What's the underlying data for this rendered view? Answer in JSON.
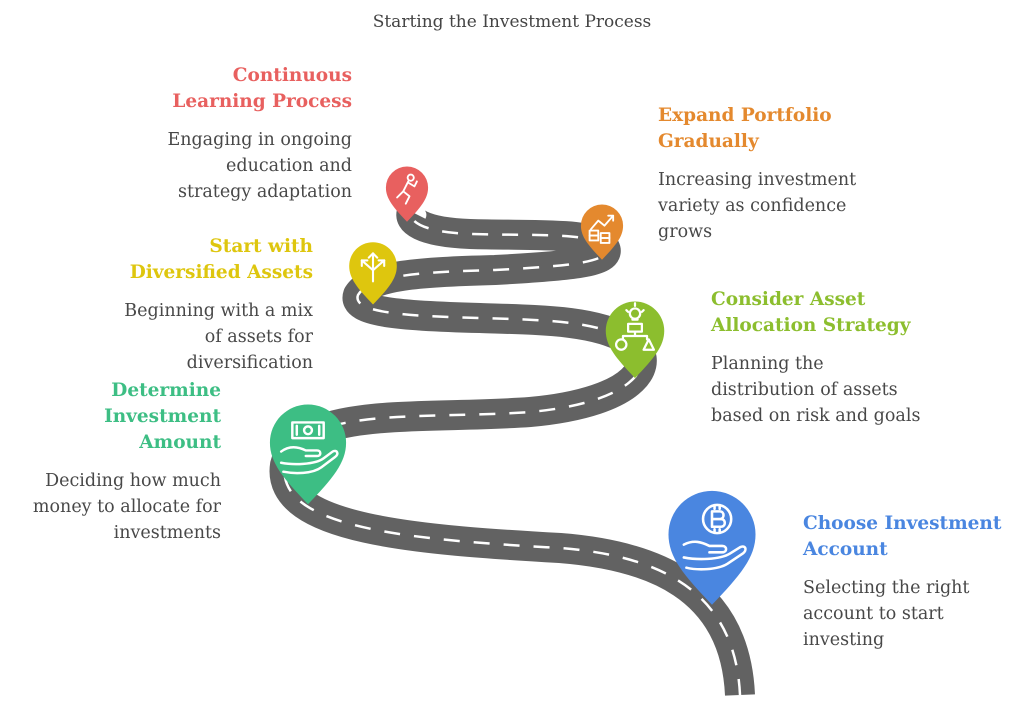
{
  "title": "Starting the Investment Process",
  "steps": [
    {
      "id": "choose-investment-account",
      "heading": "Choose Investment\nAccount",
      "description": "Selecting the right\naccount to start\ninvesting",
      "color": "#4A86E0",
      "icon": "bitcoin-hand-icon"
    },
    {
      "id": "determine-investment-amount",
      "heading": "Determine\nInvestment\nAmount",
      "description": "Deciding how much\nmoney to allocate for\ninvestments",
      "color": "#3DBE84",
      "icon": "cash-hand-icon"
    },
    {
      "id": "consider-asset-allocation",
      "heading": "Consider Asset\nAllocation Strategy",
      "description": "Planning the\ndistribution of assets\nbased on risk and goals",
      "color": "#8CBE2E",
      "icon": "lightbulb-shapes-icon"
    },
    {
      "id": "start-with-diversified-assets",
      "heading": "Start with\nDiversified Assets",
      "description": "Beginning with a mix\nof assets for\ndiversification",
      "color": "#DEC60E",
      "icon": "diverging-arrows-icon"
    },
    {
      "id": "expand-portfolio-gradually",
      "heading": "Expand Portfolio\nGradually",
      "description": "Increasing investment\nvariety as confidence\ngrows",
      "color": "#E4892E",
      "icon": "growth-chart-icon"
    },
    {
      "id": "continuous-learning-process",
      "heading": "Continuous\nLearning Process",
      "description": "Engaging in ongoing\neducation and\nstrategy adaptation",
      "color": "#E8605F",
      "icon": "climbing-person-icon"
    }
  ],
  "road": {
    "color": "#626262",
    "dash_color": "#ffffff"
  }
}
